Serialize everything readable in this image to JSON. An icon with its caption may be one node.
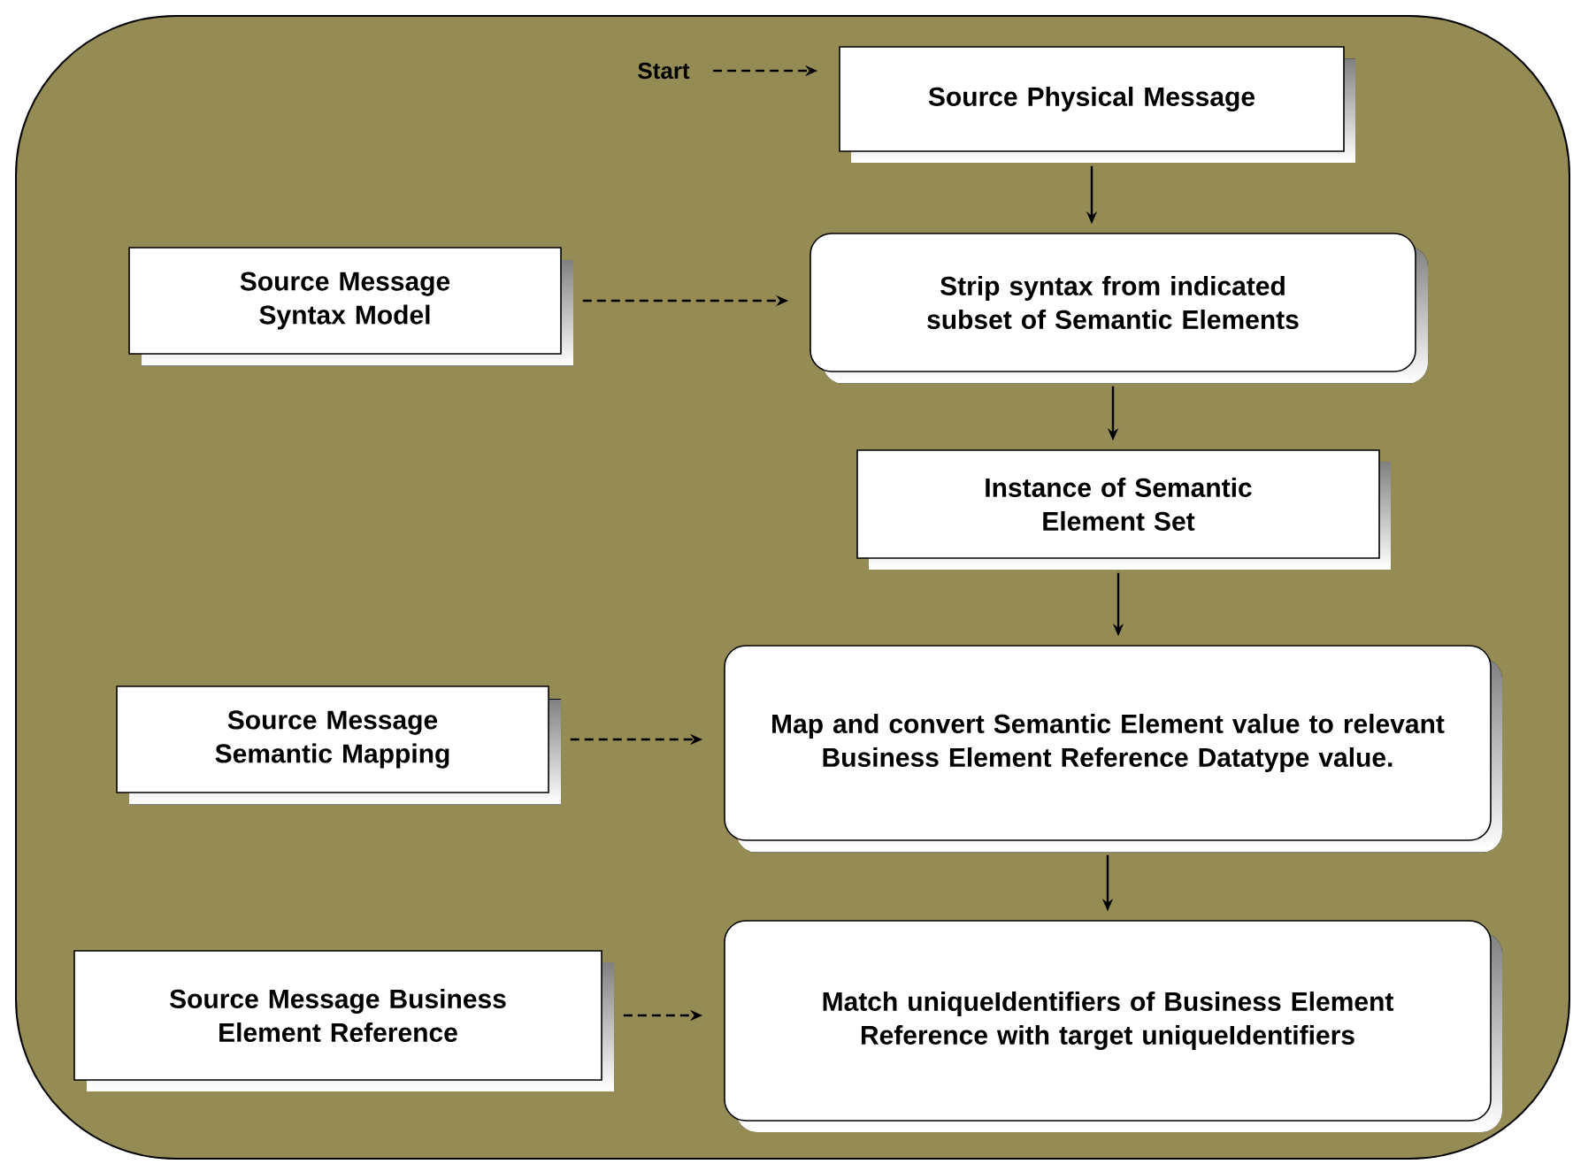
{
  "diagram": {
    "nodes": [
      {
        "text": [
          "Start"
        ]
      },
      {
        "text": [
          "Source Physical Message"
        ]
      },
      {
        "text": [
          "Source Message Syntax Model"
        ]
      },
      {
        "text": [
          "Strip syntax from indicated subset of Semantic Elements"
        ]
      },
      {
        "text": [
          "Instance  of Semantic Element Set"
        ]
      },
      {
        "text": [
          "Source Message Semantic Mapping"
        ]
      },
      {
        "text": [
          "Map and convert Semantic Element value to relevant Business Element Reference Datatype value."
        ]
      },
      {
        "text": [
          "Source Message Business Element Reference"
        ]
      },
      {
        "text": [
          "Match uniqueIdentifiers of Business Element Reference with target uniqueIdentifiers"
        ]
      }
    ],
    "edges": [
      {
        "from": 0,
        "to": 1,
        "arrow": "to",
        "style": "dashed"
      },
      {
        "from": 1,
        "to": 3,
        "arrow": "to"
      },
      {
        "from": 2,
        "to": 3,
        "arrow": "to",
        "style": "dashed"
      },
      {
        "from": 3,
        "to": 4,
        "arrow": "to"
      },
      {
        "from": 4,
        "to": 6,
        "arrow": "to"
      },
      {
        "from": 5,
        "to": 6,
        "arrow": "to",
        "style": "dashed"
      },
      {
        "from": 6,
        "to": 8,
        "arrow": "to"
      },
      {
        "from": 7,
        "to": 8,
        "arrow": "to",
        "style": "dashed"
      }
    ]
  }
}
